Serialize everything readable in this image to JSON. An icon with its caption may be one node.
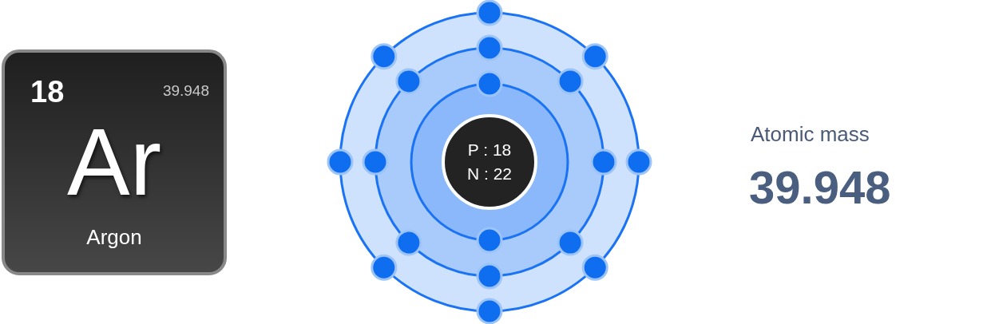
{
  "diagram": {
    "nodes": [
      {
        "text": [
          "18",
          "39.948",
          "Ar",
          "Argon"
        ]
      },
      {
        "text": [
          "P : 18",
          "N : 22"
        ]
      }
    ],
    "labels": [
      "Atomic mass",
      "39.948"
    ]
  }
}
